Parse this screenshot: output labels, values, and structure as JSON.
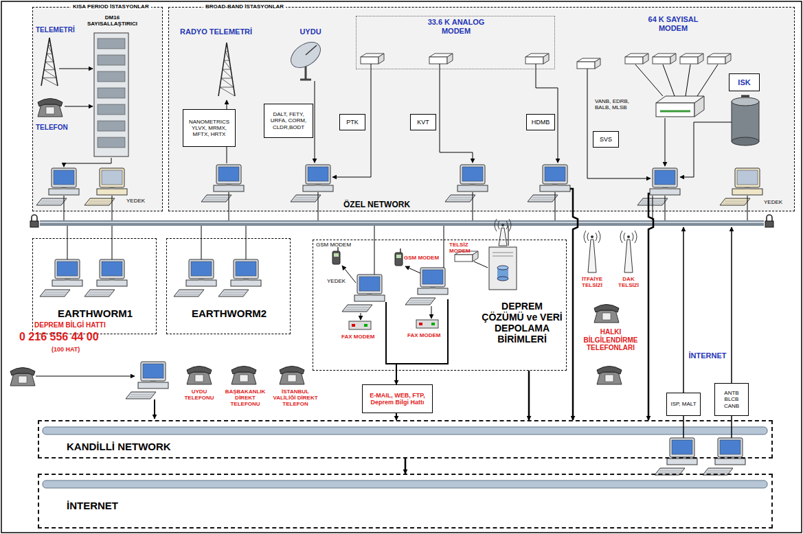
{
  "diagram": {
    "nodes": [
      {
        "text": [
          "KISA PERIOD İSTASYONLAR"
        ]
      },
      {
        "text": [
          "DM16 SAYISALLAŞTIRICI"
        ],
        "in": 0
      },
      {
        "text": [
          "BROAD-BAND İSTASYONLAR"
        ]
      },
      {
        "text": [
          "NANOMETRICS YLVX, MRMX, MFTX, HRTX"
        ],
        "in": 2
      },
      {
        "text": [
          "DALT, FETY, URFA, CORM, CLDR,BODT"
        ],
        "in": 2
      },
      {
        "text": [
          "33.6 K ANALOG MODEM"
        ],
        "in": 2
      },
      {
        "text": [
          "PTK"
        ],
        "in": 2
      },
      {
        "text": [
          "KVT"
        ],
        "in": 2
      },
      {
        "text": [
          "HDMB"
        ],
        "in": 2
      },
      {
        "text": [
          "SVS"
        ],
        "in": 2
      },
      {
        "text": [
          "ISK"
        ],
        "in": 2
      },
      {
        "text": [
          "EARTHWORM1"
        ]
      },
      {
        "text": [
          "EARTHWORM2"
        ]
      },
      {
        "text": [
          "DEPREM ÇÖZÜMÜ ve VERİ DEPOLAMA BİRİMLERİ"
        ]
      },
      {
        "text": [
          "E-MAIL, WEB, FTP, Deprem Bilgi Hattı"
        ]
      },
      {
        "text": [
          "ISP, MALT"
        ]
      },
      {
        "text": [
          "ANTB BLCB CANB"
        ]
      },
      {
        "text": [
          "KANDİLLİ NETWORK"
        ]
      },
      {
        "text": [
          "İNTERNET"
        ]
      }
    ],
    "edges": [
      {
        "from": 2,
        "to": 17,
        "arrow": "to"
      },
      {
        "from": 2,
        "to": 17,
        "arrow": "to"
      },
      {
        "from": 13,
        "to": 14,
        "arrow": "to"
      },
      {
        "from": 13,
        "to": 17,
        "arrow": "to"
      },
      {
        "from": 14,
        "to": 17,
        "arrow": "to"
      },
      {
        "from": 17,
        "to": 18,
        "arrow": "to"
      }
    ],
    "labels": [
      "TELEMETRİ",
      "TELEFON",
      "YEDEK",
      "RADYO TELEMETRİ",
      "UYDU",
      "64 K SAYISAL MODEM",
      "VANB, EDRB, BALB, MLSB",
      "YEDEK",
      "ÖZEL NETWORK",
      "GSM MODEM",
      "GSM MODEM",
      "TELSİZ MODEM",
      "YEDEK",
      "FAX MODEM",
      "FAX MODEM",
      "İTFAİYE TELSİZİ",
      "DAK TELSİZİ",
      "HALKI BİLGİLENDİRME TELEFONLARI",
      "İNTERNET",
      "DEPREM BİLGİ HATTI",
      "0 216 556 44 00",
      "(100 HAT)",
      "UYDU TELEFONU",
      "BAŞBAKANLIK DİREKT TELEFONU",
      "İSTANBUL VALİLİĞİ DİREKT TELEFON"
    ]
  }
}
